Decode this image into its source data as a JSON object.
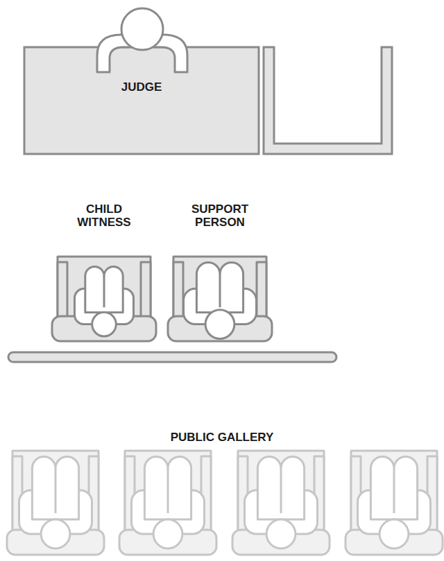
{
  "diagram": {
    "nodes": [
      {
        "text": [
          "JUDGE"
        ]
      }
    ],
    "labels": [
      "CHILD WITNESS",
      "SUPPORT PERSON",
      "PUBLIC GALLERY"
    ]
  }
}
